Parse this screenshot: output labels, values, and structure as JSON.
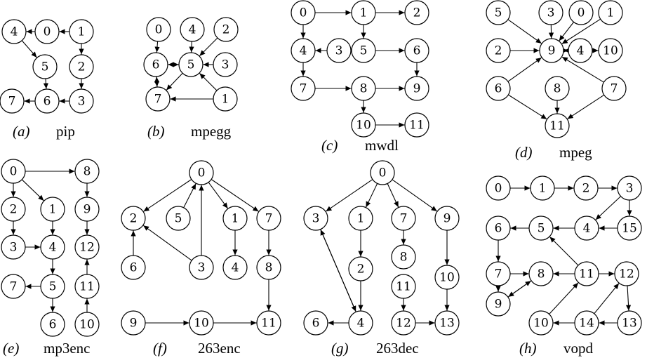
{
  "panels": [
    {
      "id": "a",
      "caption_label": "(a)",
      "caption_name": "pip",
      "nodes": [
        "4",
        "0",
        "1",
        "5",
        "2",
        "7",
        "6",
        "3"
      ],
      "edges": [
        [
          "1",
          "0"
        ],
        [
          "0",
          "4"
        ],
        [
          "4",
          "5"
        ],
        [
          "1",
          "2"
        ],
        [
          "2",
          "3"
        ],
        [
          "3",
          "6"
        ],
        [
          "5",
          "6"
        ],
        [
          "6",
          "7"
        ]
      ]
    },
    {
      "id": "b",
      "caption_label": "(b)",
      "caption_name": "mpegg",
      "nodes": [
        "0",
        "4",
        "2",
        "6",
        "5",
        "3",
        "7",
        "1"
      ],
      "edges": [
        [
          "0",
          "6"
        ],
        [
          "4",
          "5"
        ],
        [
          "2",
          "5"
        ],
        [
          "5",
          "6"
        ],
        [
          "6",
          "5"
        ],
        [
          "3",
          "5"
        ],
        [
          "6",
          "7"
        ],
        [
          "7",
          "6"
        ],
        [
          "5",
          "7"
        ],
        [
          "1",
          "5"
        ],
        [
          "1",
          "7"
        ]
      ]
    },
    {
      "id": "c",
      "caption_label": "(c)",
      "caption_name": "mwdl",
      "nodes": [
        "0",
        "1",
        "2",
        "4",
        "3",
        "5",
        "6",
        "7",
        "8",
        "9",
        "10",
        "11"
      ],
      "edges": [
        [
          "0",
          "1"
        ],
        [
          "1",
          "2"
        ],
        [
          "0",
          "4"
        ],
        [
          "1",
          "5"
        ],
        [
          "3",
          "4"
        ],
        [
          "5",
          "6"
        ],
        [
          "4",
          "7"
        ],
        [
          "6",
          "9"
        ],
        [
          "7",
          "8"
        ],
        [
          "8",
          "9"
        ],
        [
          "8",
          "10"
        ],
        [
          "10",
          "11"
        ]
      ]
    },
    {
      "id": "d",
      "caption_label": "(d)",
      "caption_name": "mpeg",
      "nodes": [
        "5",
        "3",
        "0",
        "1",
        "2",
        "9",
        "4",
        "10",
        "6",
        "8",
        "7",
        "11"
      ],
      "edges": [
        [
          "5",
          "9"
        ],
        [
          "3",
          "9"
        ],
        [
          "0",
          "9"
        ],
        [
          "1",
          "9"
        ],
        [
          "2",
          "9"
        ],
        [
          "4",
          "9"
        ],
        [
          "9",
          "4"
        ],
        [
          "4",
          "10"
        ],
        [
          "6",
          "9"
        ],
        [
          "7",
          "9"
        ],
        [
          "6",
          "11"
        ],
        [
          "8",
          "11"
        ],
        [
          "7",
          "11"
        ]
      ]
    },
    {
      "id": "e",
      "caption_label": "(e)",
      "caption_name": "mp3enc",
      "nodes": [
        "0",
        "8",
        "2",
        "1",
        "9",
        "3",
        "4",
        "12",
        "7",
        "5",
        "11",
        "6",
        "10"
      ],
      "edges": [
        [
          "0",
          "8"
        ],
        [
          "0",
          "2"
        ],
        [
          "0",
          "1"
        ],
        [
          "8",
          "9"
        ],
        [
          "2",
          "3"
        ],
        [
          "1",
          "4"
        ],
        [
          "9",
          "12"
        ],
        [
          "3",
          "4"
        ],
        [
          "4",
          "5"
        ],
        [
          "5",
          "7"
        ],
        [
          "5",
          "6"
        ],
        [
          "11",
          "12"
        ],
        [
          "10",
          "11"
        ]
      ]
    },
    {
      "id": "f",
      "caption_label": "(f)",
      "caption_name": "263enc",
      "nodes": [
        "0",
        "2",
        "5",
        "1",
        "7",
        "6",
        "3",
        "4",
        "8",
        "9",
        "10",
        "11"
      ],
      "edges": [
        [
          "0",
          "2"
        ],
        [
          "5",
          "0"
        ],
        [
          "3",
          "0"
        ],
        [
          "0",
          "1"
        ],
        [
          "0",
          "7"
        ],
        [
          "6",
          "2"
        ],
        [
          "3",
          "2"
        ],
        [
          "1",
          "4"
        ],
        [
          "7",
          "8"
        ],
        [
          "8",
          "11"
        ],
        [
          "9",
          "10"
        ],
        [
          "10",
          "11"
        ]
      ]
    },
    {
      "id": "g",
      "caption_label": "(g)",
      "caption_name": "263dec",
      "nodes": [
        "0",
        "3",
        "1",
        "7",
        "9",
        "8",
        "2",
        "11",
        "10",
        "6",
        "4",
        "12",
        "13"
      ],
      "edges": [
        [
          "0",
          "3"
        ],
        [
          "0",
          "1"
        ],
        [
          "0",
          "7"
        ],
        [
          "0",
          "9"
        ],
        [
          "7",
          "8"
        ],
        [
          "9",
          "10"
        ],
        [
          "1",
          "2"
        ],
        [
          "3",
          "4"
        ],
        [
          "4",
          "3"
        ],
        [
          "2",
          "4"
        ],
        [
          "4",
          "6"
        ],
        [
          "11",
          "12"
        ],
        [
          "10",
          "13"
        ],
        [
          "12",
          "13"
        ]
      ]
    },
    {
      "id": "h",
      "caption_label": "(h)",
      "caption_name": "vopd",
      "nodes": [
        "0",
        "1",
        "2",
        "3",
        "6",
        "5",
        "4",
        "15",
        "7",
        "8",
        "11",
        "12",
        "9",
        "10",
        "14",
        "13"
      ],
      "edges": [
        [
          "0",
          "1"
        ],
        [
          "1",
          "2"
        ],
        [
          "2",
          "3"
        ],
        [
          "3",
          "4"
        ],
        [
          "3",
          "15"
        ],
        [
          "15",
          "4"
        ],
        [
          "4",
          "5"
        ],
        [
          "5",
          "6"
        ],
        [
          "6",
          "7"
        ],
        [
          "7",
          "8"
        ],
        [
          "11",
          "8"
        ],
        [
          "8",
          "9"
        ],
        [
          "9",
          "8"
        ],
        [
          "7",
          "9"
        ],
        [
          "11",
          "5"
        ],
        [
          "11",
          "12"
        ],
        [
          "10",
          "11"
        ],
        [
          "14",
          "12"
        ],
        [
          "12",
          "13"
        ],
        [
          "13",
          "14"
        ],
        [
          "14",
          "10"
        ]
      ]
    }
  ]
}
